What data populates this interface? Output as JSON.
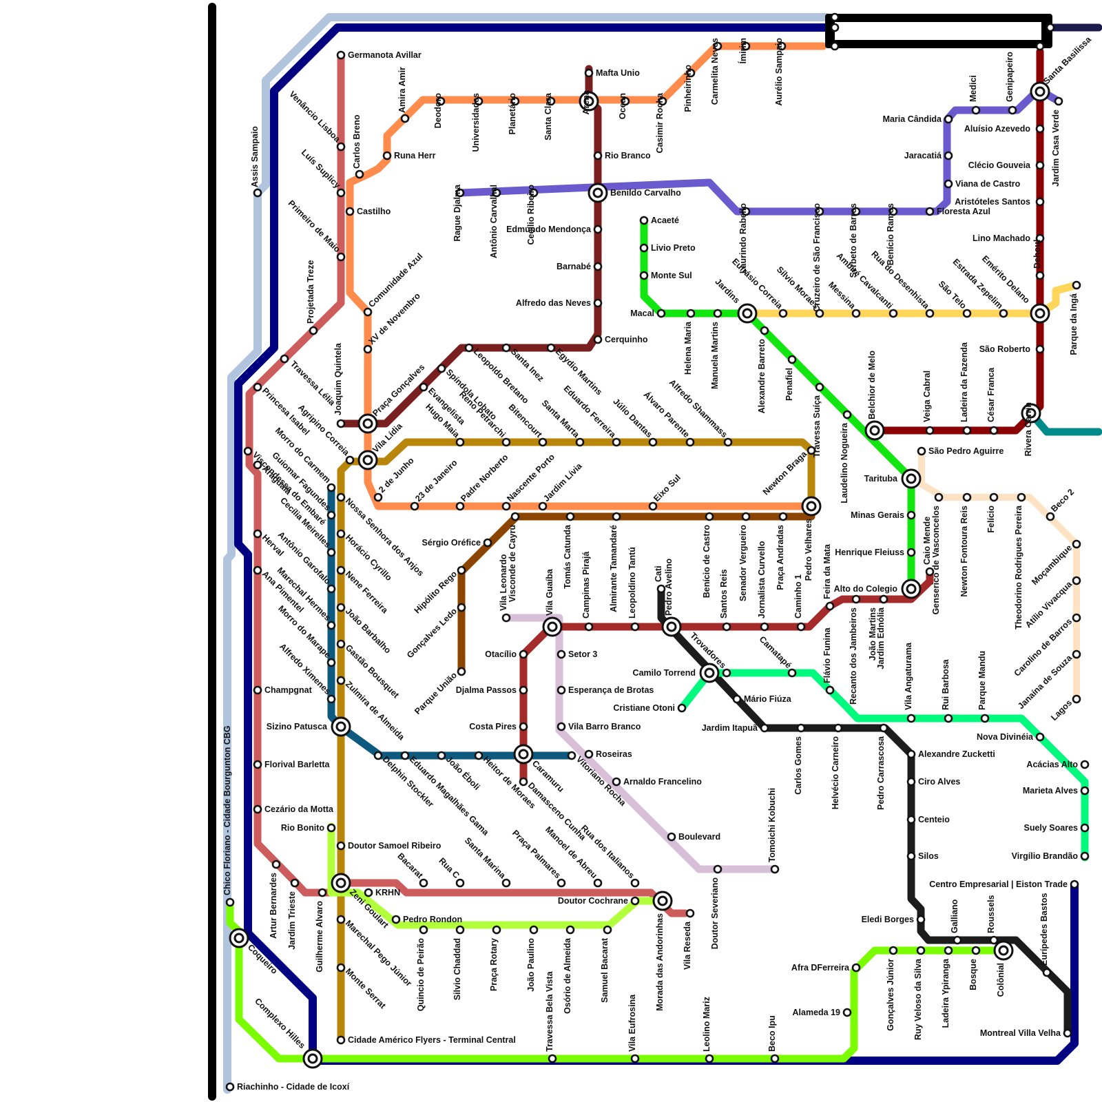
{
  "map": {
    "lines": [
      {
        "id": "black",
        "color": "#000000"
      },
      {
        "id": "light-steel-blue",
        "color": "#b0c4de"
      },
      {
        "id": "navy",
        "color": "#000080"
      },
      {
        "id": "indian-red",
        "color": "#cd5c5c"
      },
      {
        "id": "orange",
        "color": "#ff8c4d"
      },
      {
        "id": "dark-maroon",
        "color": "#7a1f1f"
      },
      {
        "id": "purple",
        "color": "#6a5acd"
      },
      {
        "id": "green",
        "color": "#11e611"
      },
      {
        "id": "yellow",
        "color": "#ffd65a"
      },
      {
        "id": "maroon",
        "color": "#8b0000"
      },
      {
        "id": "goldenrod",
        "color": "#b8860b"
      },
      {
        "id": "brown",
        "color": "#8b4500"
      },
      {
        "id": "peach",
        "color": "#fde3c4"
      },
      {
        "id": "thistle",
        "color": "#d8bfd8"
      },
      {
        "id": "brick-red",
        "color": "#a52a2a"
      },
      {
        "id": "dark-gray",
        "color": "#1c1c1c"
      },
      {
        "id": "spring-green",
        "color": "#00fa7e"
      },
      {
        "id": "teal",
        "color": "#008b8b"
      },
      {
        "id": "steel-teal",
        "color": "#0e5a7e"
      },
      {
        "id": "chartreuse",
        "color": "#7cfc00"
      },
      {
        "id": "lime",
        "color": "#b2ff3c"
      },
      {
        "id": "midnight",
        "color": "#1c1c4c"
      }
    ],
    "stations": [
      {
        "name": "Germanota Avillar"
      },
      {
        "name": "Venâncio Lisboa"
      },
      {
        "name": "Luís Suplicy"
      },
      {
        "name": "Castilho"
      },
      {
        "name": "Primeiro de Maio"
      },
      {
        "name": "Carlos Breno"
      },
      {
        "name": "Runa Herr"
      },
      {
        "name": "Amira Amir"
      },
      {
        "name": "Deodoro"
      },
      {
        "name": "Universidades"
      },
      {
        "name": "Planetário"
      },
      {
        "name": "Santa Clara"
      },
      {
        "name": "Mafta Unio"
      },
      {
        "name": "Arena"
      },
      {
        "name": "Ocean"
      },
      {
        "name": "Casimir Rocha"
      },
      {
        "name": "Pinheirinho"
      },
      {
        "name": "Carmelita Neves"
      },
      {
        "name": "Ímirim"
      },
      {
        "name": "Aurélio Sampaio"
      },
      {
        "name": "Rague Djalma"
      },
      {
        "name": "Antônio Carvalhal"
      },
      {
        "name": "Cecílio Ribeiro"
      },
      {
        "name": "Rio Branco"
      },
      {
        "name": "Benildo Carvalho"
      },
      {
        "name": "Laurindo Rabello"
      },
      {
        "name": "Cruzeiro de São Francisco"
      },
      {
        "name": "Serbeto de Barros"
      },
      {
        "name": "Benício Ramos"
      },
      {
        "name": "Floresta Azul"
      },
      {
        "name": "Maria Cândida"
      },
      {
        "name": "Jaracatiá"
      },
      {
        "name": "Viana de Castro"
      },
      {
        "name": "Medici"
      },
      {
        "name": "Genipapeiro"
      },
      {
        "name": "Aluísio Azevedo"
      },
      {
        "name": "Santa Basilissa"
      },
      {
        "name": "Jardim Casa Verde"
      },
      {
        "name": "Clécio Gouveia"
      },
      {
        "name": "Aristóteles Santos"
      },
      {
        "name": "Lino Machado"
      },
      {
        "name": "Dehoul"
      },
      {
        "name": "Emérito Delano"
      },
      {
        "name": "Parque da Ingá"
      },
      {
        "name": "São Roberto"
      },
      {
        "name": "Rivera Carrin"
      },
      {
        "name": "Assis Sampaio"
      },
      {
        "name": "Projetada Treze"
      },
      {
        "name": "Travessa Lélia"
      },
      {
        "name": "Joaquim Quintela"
      },
      {
        "name": "Comunidade Azul"
      },
      {
        "name": "XV de Novembro"
      },
      {
        "name": "Praça Gonçalves"
      },
      {
        "name": "Vila Lídia"
      },
      {
        "name": "Agripino Correia"
      },
      {
        "name": "2 de Junho"
      },
      {
        "name": "23 de Janeiro"
      },
      {
        "name": "Edmundo Mendonça"
      },
      {
        "name": "Barnabé"
      },
      {
        "name": "Alfredo das Neves"
      },
      {
        "name": "Cerquinho"
      },
      {
        "name": "Acaeté"
      },
      {
        "name": "Livio Preto"
      },
      {
        "name": "Monte Sul"
      },
      {
        "name": "Macal"
      },
      {
        "name": "Helena Maria"
      },
      {
        "name": "Manuela Martins"
      },
      {
        "name": "Jardins"
      },
      {
        "name": "Eufrásio Correia"
      },
      {
        "name": "Sílvio Moraes"
      },
      {
        "name": "Messina"
      },
      {
        "name": "Ambiré Cavalcanti"
      },
      {
        "name": "Rua do Desenhista"
      },
      {
        "name": "São Telo"
      },
      {
        "name": "Estrada Zepelim"
      },
      {
        "name": "Alexandre Barreto"
      },
      {
        "name": "Penafiel"
      },
      {
        "name": "Travessa Suíça"
      },
      {
        "name": "Laudelino Nogueira"
      },
      {
        "name": "Belchior de Melo"
      },
      {
        "name": "Veiga Cabral"
      },
      {
        "name": "Ladeira da Fazenda"
      },
      {
        "name": "César Franca"
      },
      {
        "name": "Spíndola Lobato"
      },
      {
        "name": "Leopoldo Bretano"
      },
      {
        "name": "Santa Inez"
      },
      {
        "name": "Egydio Martins"
      },
      {
        "name": "Evangelista"
      },
      {
        "name": "Hugo Maia"
      },
      {
        "name": "Reno Petrarchi"
      },
      {
        "name": "Bitencourt"
      },
      {
        "name": "Santa Marta"
      },
      {
        "name": "Eduardo Ferreira"
      },
      {
        "name": "Júlio Dantas"
      },
      {
        "name": "Álvaro Parente"
      },
      {
        "name": "Alfredo Shammass"
      },
      {
        "name": "Newton Braga"
      },
      {
        "name": "Padre Norberto"
      },
      {
        "name": "Nascente Porto"
      },
      {
        "name": "Jardim Lívia"
      },
      {
        "name": "Eixo Sul"
      },
      {
        "name": "Pedro Velhares"
      },
      {
        "name": "São Pedro Aguirre"
      },
      {
        "name": "Tarituba"
      },
      {
        "name": "Minas Gerais"
      },
      {
        "name": "Henrique Fleiuss"
      },
      {
        "name": "Alto do Colegio"
      },
      {
        "name": "Caio Mende"
      },
      {
        "name": "Genserico de Vasconcelos"
      },
      {
        "name": "Newton Fontoura Reis"
      },
      {
        "name": "Felício"
      },
      {
        "name": "Theodorino Rodrigues Pereira"
      },
      {
        "name": "Beco 2"
      },
      {
        "name": "Moçambique"
      },
      {
        "name": "Atílio Vivacqua"
      },
      {
        "name": "Carolino de Barros"
      },
      {
        "name": "Janaína de Souza"
      },
      {
        "name": "Lagos"
      },
      {
        "name": "Princesa Isabel"
      },
      {
        "name": "Viscondessa do Embaré"
      },
      {
        "name": "Araguaia"
      },
      {
        "name": "Morro do Carmem"
      },
      {
        "name": "Guiomar Fagundes"
      },
      {
        "name": "Cecília Meirelles"
      },
      {
        "name": "Antônio Garofalo"
      },
      {
        "name": "Marechal Hermes"
      },
      {
        "name": "Morro do Marape"
      },
      {
        "name": "Alfredo Ximenes"
      },
      {
        "name": "Herval"
      },
      {
        "name": "Ana Pimentel"
      },
      {
        "name": "Nossa Senhora dos Anjos"
      },
      {
        "name": "Horácio Cyrillo"
      },
      {
        "name": "Nene Ferreira"
      },
      {
        "name": "João Barbalho"
      },
      {
        "name": "Gastão Bousquet"
      },
      {
        "name": "Zulmira de Almeida"
      },
      {
        "name": "Champgnat"
      },
      {
        "name": "Sizino Patusca"
      },
      {
        "name": "Florival Barletta"
      },
      {
        "name": "Cezário da Motta"
      },
      {
        "name": "Rio Bonito"
      },
      {
        "name": "Doutor Samoel Ribeiro"
      },
      {
        "name": "KRHN"
      },
      {
        "name": "Zeni Goulart"
      },
      {
        "name": "Marechal Pego Júnior"
      },
      {
        "name": "Monte Serrat"
      },
      {
        "name": "Cidade Américo Flyers - Terminal Central"
      },
      {
        "name": "Artur Bernardes"
      },
      {
        "name": "Jardim Trieste"
      },
      {
        "name": "Guilherme Alvaro"
      },
      {
        "name": "Chico Floriano - Cidade Bourgunton CBG"
      },
      {
        "name": "Coqueiro"
      },
      {
        "name": "Complexo Hilles"
      },
      {
        "name": "Riachinho - Cidade de Icoxí"
      },
      {
        "name": "Sérgio Oréfice"
      },
      {
        "name": "Hipólito Rego"
      },
      {
        "name": "Gonçalves Ledo"
      },
      {
        "name": "Parque União"
      },
      {
        "name": "Visconde de Cayru"
      },
      {
        "name": "Vila Leonardo"
      },
      {
        "name": "Tomás Catunda"
      },
      {
        "name": "Almirante Tamandaré"
      },
      {
        "name": "Benício de Castro"
      },
      {
        "name": "Senador Vergueiro"
      },
      {
        "name": "Praça Andradas"
      },
      {
        "name": "Vila Guaíba"
      },
      {
        "name": "Campinas Pirajá"
      },
      {
        "name": "Leopoldino Tantú"
      },
      {
        "name": "Cati"
      },
      {
        "name": "Pedro Avelino"
      },
      {
        "name": "Santos Reis"
      },
      {
        "name": "Jornalista Curvello"
      },
      {
        "name": "Caminho 1"
      },
      {
        "name": "Feira da Mata"
      },
      {
        "name": "Recanto dos Jambeiros"
      },
      {
        "name": "Jardim Ednólia"
      },
      {
        "name": "João Martins"
      },
      {
        "name": "Otacílio"
      },
      {
        "name": "Djalma Passos"
      },
      {
        "name": "Costa Pires"
      },
      {
        "name": "Caramuru"
      },
      {
        "name": "Damasceno Cunha"
      },
      {
        "name": "Setor 3"
      },
      {
        "name": "Esperança de Brotas"
      },
      {
        "name": "Vila Barro Branco"
      },
      {
        "name": "Roseiras"
      },
      {
        "name": "Vitoriano Rocha"
      },
      {
        "name": "Arnaldo Francelino"
      },
      {
        "name": "Boulevard"
      },
      {
        "name": "Doutor Severiano"
      },
      {
        "name": "Tomoichi Kobuchi"
      },
      {
        "name": "Camilo Torrend"
      },
      {
        "name": "Cristiane Otoni"
      },
      {
        "name": "Trovadores"
      },
      {
        "name": "Camatapé"
      },
      {
        "name": "Mário Fiúza"
      },
      {
        "name": "Jardim Itapuã"
      },
      {
        "name": "Carlos Gomes"
      },
      {
        "name": "Helvécio Carneiro"
      },
      {
        "name": "Flávio Funina"
      },
      {
        "name": "Pedro Carrascosa"
      },
      {
        "name": "Vila Angaturama"
      },
      {
        "name": "Rui Barbosa"
      },
      {
        "name": "Parque Mandu"
      },
      {
        "name": "Nova Divinéia"
      },
      {
        "name": "Acácias Alto"
      },
      {
        "name": "Marieta Alves"
      },
      {
        "name": "Suely Soares"
      },
      {
        "name": "Virgílio Brandão"
      },
      {
        "name": "Centro Empresarial | Eiston Trade"
      },
      {
        "name": "Alexandre Zucketti"
      },
      {
        "name": "Ciro Alves"
      },
      {
        "name": "Centeio"
      },
      {
        "name": "Silos"
      },
      {
        "name": "Eledi Borges"
      },
      {
        "name": "Galliano"
      },
      {
        "name": "Roussels"
      },
      {
        "name": "Colônial"
      },
      {
        "name": "Eurípedes Bastos"
      },
      {
        "name": "Montreal Villa Velha"
      },
      {
        "name": "Delphin Stockler"
      },
      {
        "name": "Eduardo Magalhães Gama"
      },
      {
        "name": "João Éboli"
      },
      {
        "name": "Heitor de Moraes"
      },
      {
        "name": "Bacarat"
      },
      {
        "name": "Rua C"
      },
      {
        "name": "Santa Marina"
      },
      {
        "name": "Praça Palmares"
      },
      {
        "name": "Manoel de Abreu"
      },
      {
        "name": "Rua dos Italianos"
      },
      {
        "name": "Doutor Cochrane"
      },
      {
        "name": "Morada das Andorinhas"
      },
      {
        "name": "Vila Reseda"
      },
      {
        "name": "Pedro Rondon"
      },
      {
        "name": "Quincio de Peirão"
      },
      {
        "name": "Silvio Chaddad"
      },
      {
        "name": "Praça Rotary"
      },
      {
        "name": "João Paulino"
      },
      {
        "name": "Osório de Almeida"
      },
      {
        "name": "Samuel Bacarat"
      },
      {
        "name": "Travessa Bela Vista"
      },
      {
        "name": "Vila Eufrosina"
      },
      {
        "name": "Leolino Mariz"
      },
      {
        "name": "Beco Ipu"
      },
      {
        "name": "Alameda 19"
      },
      {
        "name": "Afra DFerreira"
      },
      {
        "name": "Gonçalves Júnior"
      },
      {
        "name": "Ruy Veloso da Silva"
      },
      {
        "name": "Ladeira Ypiranga"
      },
      {
        "name": "Bosque"
      }
    ]
  }
}
